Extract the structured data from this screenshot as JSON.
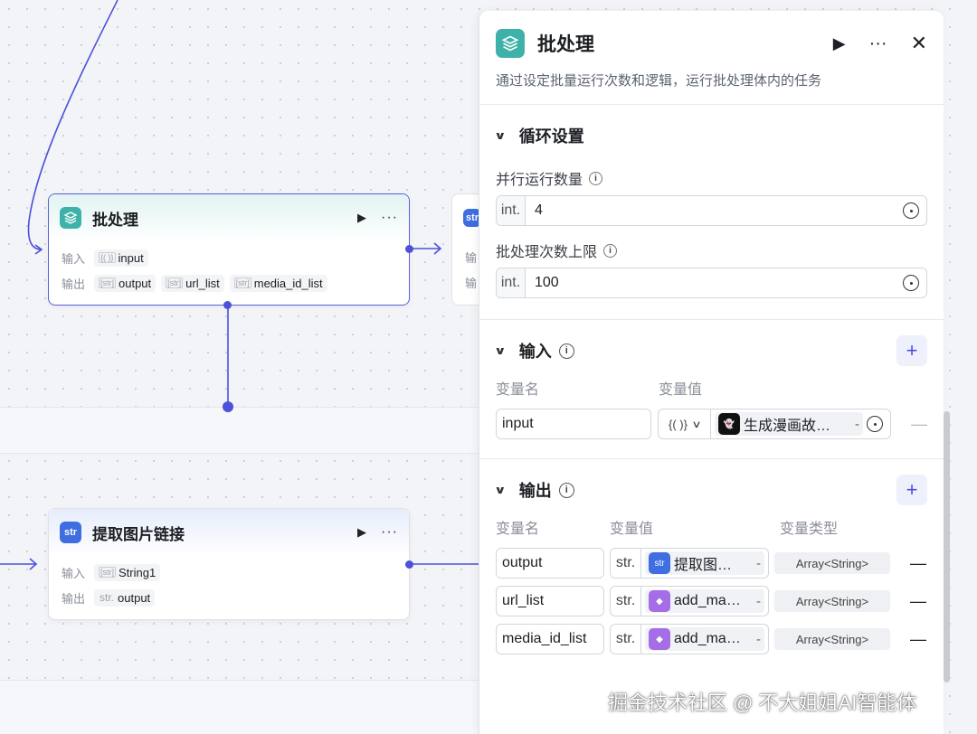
{
  "nodes": {
    "batch": {
      "title": "批处理",
      "input_label": "输入",
      "output_label": "输出",
      "inputs": [
        {
          "type": "{( )}",
          "name": "input"
        }
      ],
      "outputs": [
        {
          "type": "[str]",
          "name": "output"
        },
        {
          "type": "[str]",
          "name": "url_list"
        },
        {
          "type": "[str]",
          "name": "media_id_list"
        }
      ]
    },
    "extract": {
      "title": "提取图片链接",
      "input_label": "输入",
      "output_label": "输出",
      "inputs": [
        {
          "type": "[str]",
          "name": "String1"
        }
      ],
      "outputs": [
        {
          "type": "str.",
          "name": "output"
        }
      ]
    },
    "partial": {
      "icon_text": "str",
      "l1": "输",
      "l2": "输"
    }
  },
  "panel": {
    "title": "批处理",
    "description": "通过设定批量运行次数和逻辑，运行批处理体内的任务",
    "loop_section": {
      "title": "循环设置",
      "parallel_label": "并行运行数量",
      "parallel_prefix": "int.",
      "parallel_value": "4",
      "limit_label": "批处理次数上限",
      "limit_prefix": "int.",
      "limit_value": "100"
    },
    "input_section": {
      "title": "输入",
      "col_name": "变量名",
      "col_value": "变量值",
      "rows": [
        {
          "name": "input",
          "prefix": "{( )}",
          "ref": "生成漫画故…",
          "dash": "-"
        }
      ]
    },
    "output_section": {
      "title": "输出",
      "col_name": "变量名",
      "col_value": "变量值",
      "col_type": "变量类型",
      "rows": [
        {
          "name": "output",
          "prefix": "str.",
          "ref": "提取图…",
          "dash": "-",
          "type": "Array<String>",
          "icon": "blue"
        },
        {
          "name": "url_list",
          "prefix": "str.",
          "ref": "add_ma…",
          "dash": "-",
          "type": "Array<String>",
          "icon": "purple"
        },
        {
          "name": "media_id_list",
          "prefix": "str.",
          "ref": "add_ma…",
          "dash": "-",
          "type": "Array<String>",
          "icon": "purple"
        }
      ]
    }
  },
  "watermark": "掘金技术社区 @ 不大姐姐AI智能体",
  "icons": {
    "batch": "layers-icon",
    "extract": "str-plugin-icon",
    "comic": "ghost-avatar-icon",
    "code": "cube-icon"
  },
  "colors": {
    "accent": "#4c51d8",
    "teal": "#3eb2a8",
    "blue": "#3f6ee0",
    "purple": "#a56de6"
  }
}
